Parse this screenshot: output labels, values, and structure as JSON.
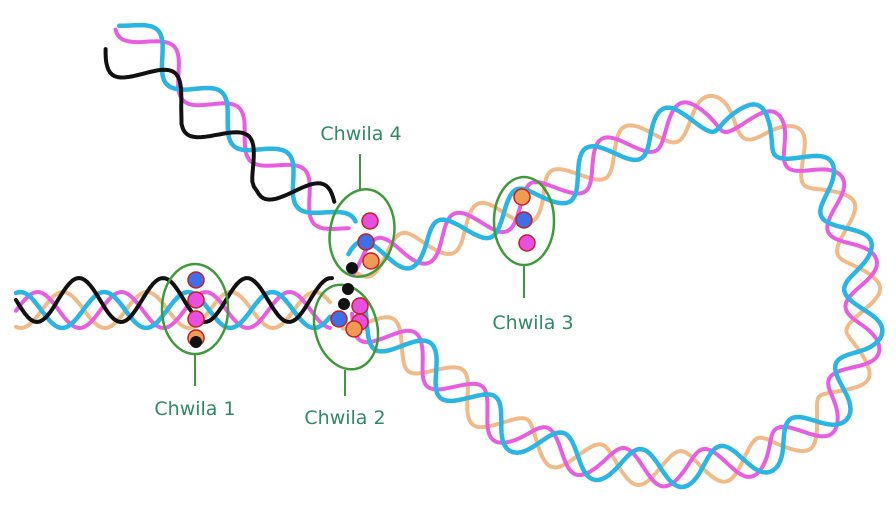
{
  "colors": {
    "pink": "#e85ee0",
    "blue": "#2bb5e3",
    "tan": "#f0bb88",
    "black": "#111111",
    "green": "#3f9a3c",
    "label": "#2f8a66",
    "dot_blue": "#3f6fe6",
    "dot_pink": "#e84fe0",
    "dot_orange": "#ef9a55",
    "dot_outline": "#c42020"
  },
  "labels": {
    "moment1": "Chwila 1",
    "moment2": "Chwila 2",
    "moment3": "Chwila 3",
    "moment4": "Chwila 4"
  }
}
